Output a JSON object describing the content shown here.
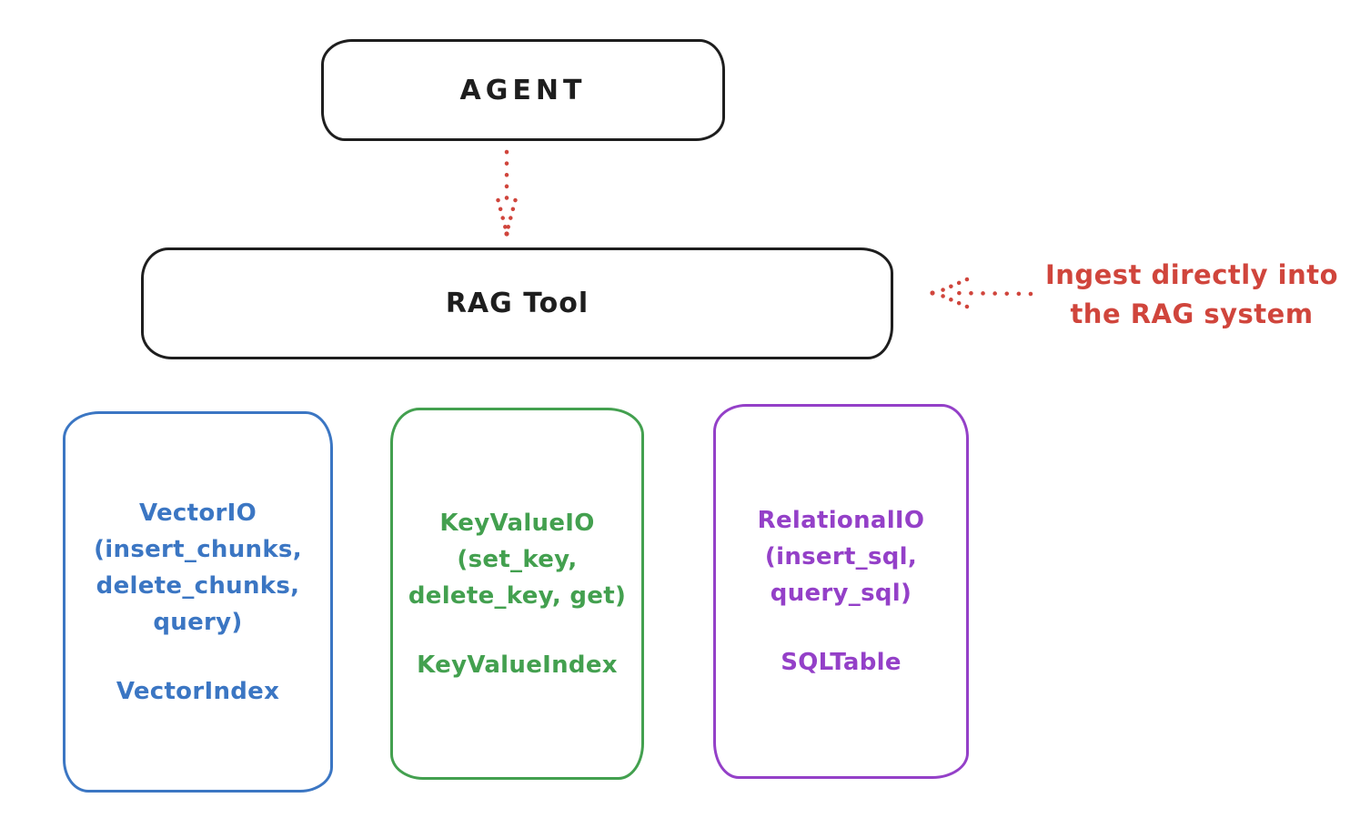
{
  "diagram": {
    "agent": {
      "label": "AGENT"
    },
    "rag_tool": {
      "label": "RAG Tool"
    },
    "annotation": {
      "line1": "Ingest directly into",
      "line2": "the RAG system"
    },
    "stores": [
      {
        "lines": [
          "VectorIO",
          "(insert_chunks,",
          "delete_chunks,",
          "query)"
        ],
        "index": "VectorIndex",
        "color": "#3b76c3"
      },
      {
        "lines": [
          "KeyValueIO",
          "(set_key,",
          "delete_key, get)"
        ],
        "index": "KeyValueIndex",
        "color": "#43a04f"
      },
      {
        "lines": [
          "RelationalIO",
          "(insert_sql,",
          "query_sql)"
        ],
        "index": "SQLTable",
        "color": "#9440c8"
      }
    ],
    "colors": {
      "ink": "#1e1e1e",
      "red": "#d0453c",
      "blue": "#3b76c3",
      "green": "#43a04f",
      "purple": "#9440c8",
      "background": "#ffffff"
    }
  }
}
